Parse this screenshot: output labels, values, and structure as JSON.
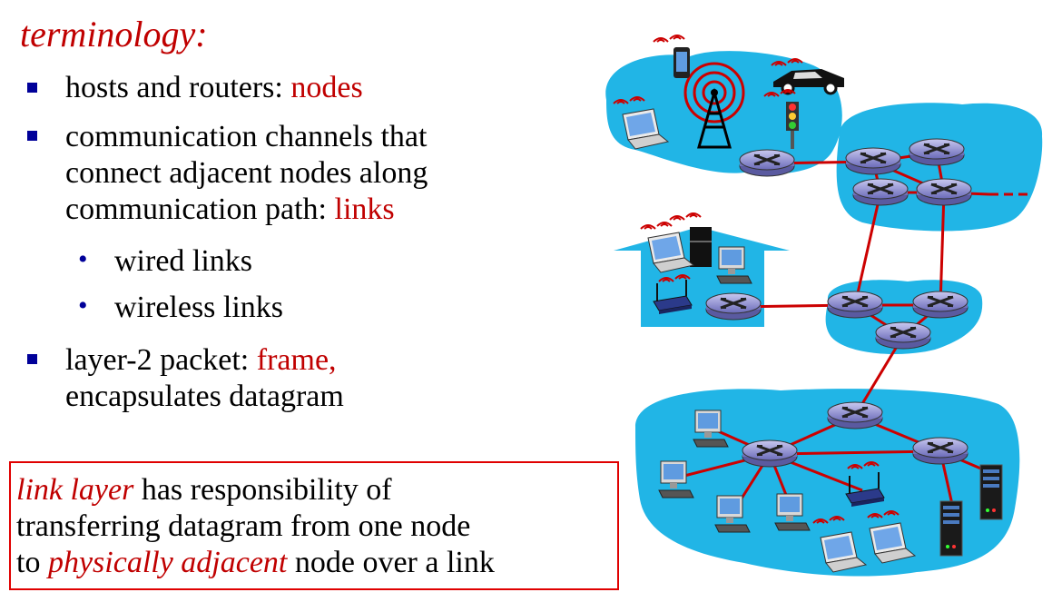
{
  "title": "terminology:",
  "bullets": [
    {
      "pre": "hosts and routers: ",
      "hl": "nodes"
    },
    {
      "line1": "communication channels that",
      "line2": "connect adjacent nodes along",
      "line3_pre": "communication path: ",
      "line3_hl": "links"
    },
    {
      "pre": "layer-2 packet: ",
      "hl": "frame,",
      "line2": "encapsulates datagram"
    }
  ],
  "sub_bullets": [
    "wired links",
    "wireless links"
  ],
  "definition": {
    "term": "link layer",
    "line1_rest": " has responsibility of",
    "line2": "transferring datagram from one node",
    "line3_pre": "to ",
    "line3_em": "physically adjacent",
    "line3_post": " node over a link"
  },
  "colors": {
    "accent_red": "#c00000",
    "bullet_blue": "#000099",
    "network_cloud": "#21b5e6",
    "link_red": "#cc0000"
  }
}
